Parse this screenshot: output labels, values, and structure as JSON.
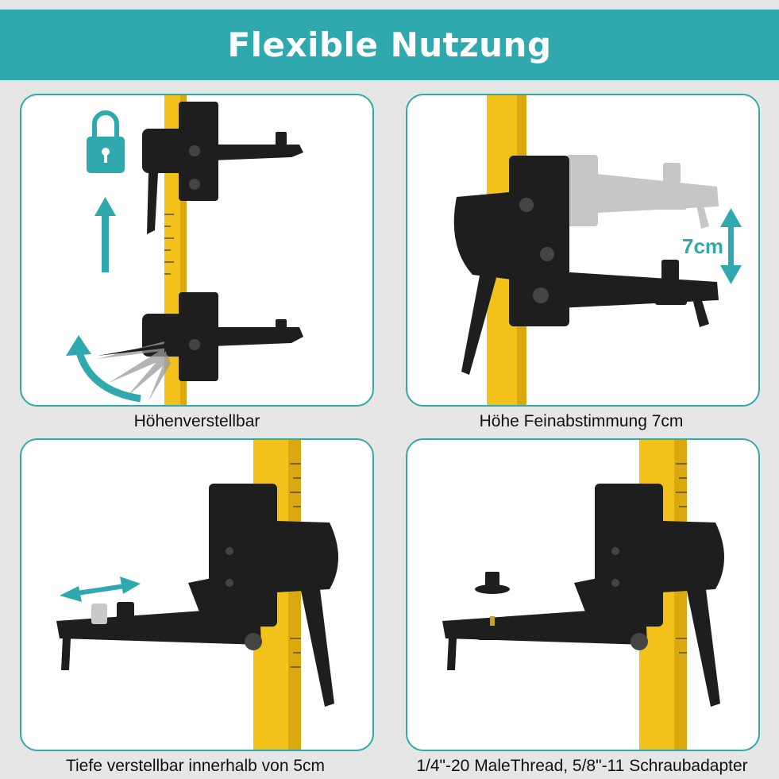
{
  "header": {
    "title": "Flexible Nutzung"
  },
  "panels": [
    {
      "caption": "Höhenverstellbar",
      "icons": [
        "lock-icon",
        "arrow-up-icon",
        "curved-arrow-icon"
      ]
    },
    {
      "caption": "Höhe Feinabstimmung 7cm",
      "measure_label": "7cm"
    },
    {
      "caption": "Tiefe verstellbar innerhalb von 5cm"
    },
    {
      "caption": "1/4\"-20 MaleThread, 5/8\"-11 Schraubadapter"
    }
  ],
  "colors": {
    "accent": "#2fa9ad",
    "pole": "#f2c21b",
    "bracket": "#1e1e1e"
  }
}
